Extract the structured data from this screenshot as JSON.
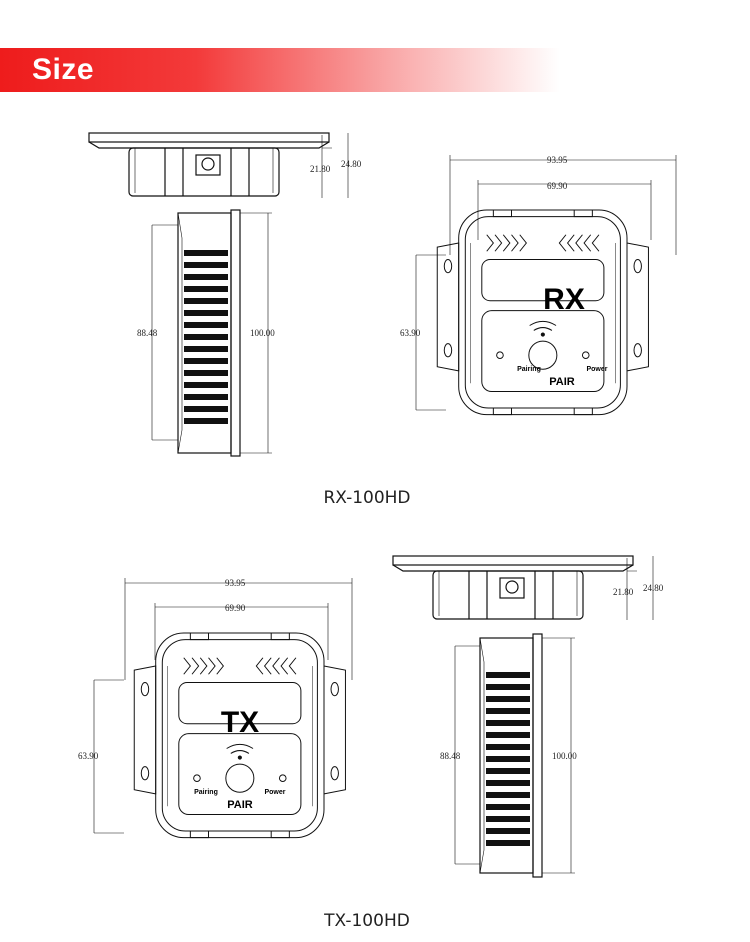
{
  "section_title": "Size",
  "devices": [
    {
      "model": "RX-100HD",
      "label": "RX",
      "pair_label": "PAIR",
      "pairing_label": "Pairing",
      "power_label": "Power",
      "dims": {
        "overall_width": "93.95",
        "inner_width": "69.90",
        "height": "63.90",
        "side_height": "21.80",
        "side_height_total": "24.80",
        "length": "88.48",
        "length_total": "100.00"
      }
    },
    {
      "model": "TX-100HD",
      "label": "TX",
      "pair_label": "PAIR",
      "pairing_label": "Pairing",
      "power_label": "Power",
      "dims": {
        "overall_width": "93.95",
        "inner_width": "69.90",
        "height": "63.90",
        "side_height": "21.80",
        "side_height_total": "24.80",
        "length": "88.48",
        "length_total": "100.00"
      }
    }
  ],
  "colors": {
    "banner": "#ee1c1c",
    "line": "#111111"
  }
}
